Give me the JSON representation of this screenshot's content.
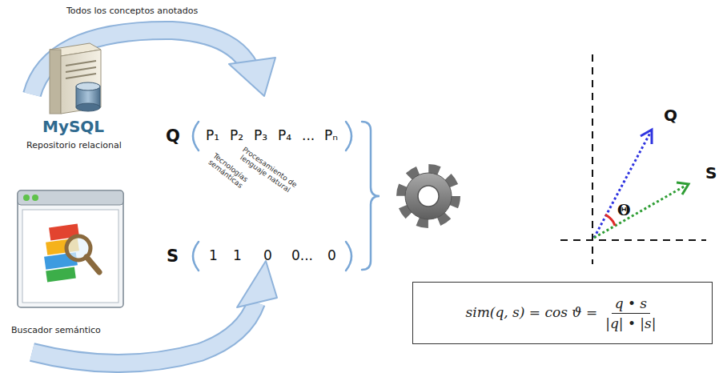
{
  "diagram": {
    "nodes": [
      {
        "text": [
          "sim(q, s) = cos ϑ =",
          "q • s",
          "|q| • |s|"
        ]
      }
    ],
    "labels": [
      "Todos los conceptos anotados",
      "MySQL",
      "Repositorio relacional",
      "Buscador semántico",
      "Q",
      "P₁",
      "P₂",
      "P₃",
      "P₄",
      "...",
      "Pₙ",
      "Tecnologías semánticas",
      "Procesamiento de lenguaje natural",
      "S",
      "1",
      "1",
      "0",
      "0...",
      "0",
      "Q",
      "S",
      "Θ"
    ]
  }
}
